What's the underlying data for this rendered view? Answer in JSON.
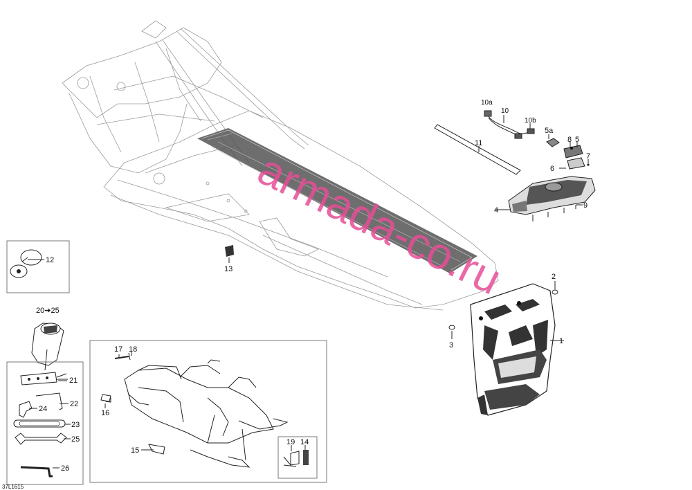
{
  "watermark": "armada-co.ru",
  "drawing_code": "37L1615",
  "callouts": {
    "c1": "1",
    "c2": "2",
    "c3": "3",
    "c4": "4",
    "c5": "5",
    "c5a": "5a",
    "c6": "6",
    "c7": "7",
    "c8": "8",
    "c9": "9",
    "c10": "10",
    "c10a": "10a",
    "c10b": "10b",
    "c11": "11",
    "c12": "12",
    "c13": "13",
    "c14": "14",
    "c15": "15",
    "c16": "16",
    "c17": "17",
    "c18": "18",
    "c19": "19",
    "c20_25": "20➔25",
    "c21": "21",
    "c22": "22",
    "c23": "23",
    "c24": "24",
    "c25": "25",
    "c26": "26"
  },
  "colors": {
    "watermark": "#e64d97",
    "line": "#222222",
    "tunnel_rib": "#333333"
  }
}
